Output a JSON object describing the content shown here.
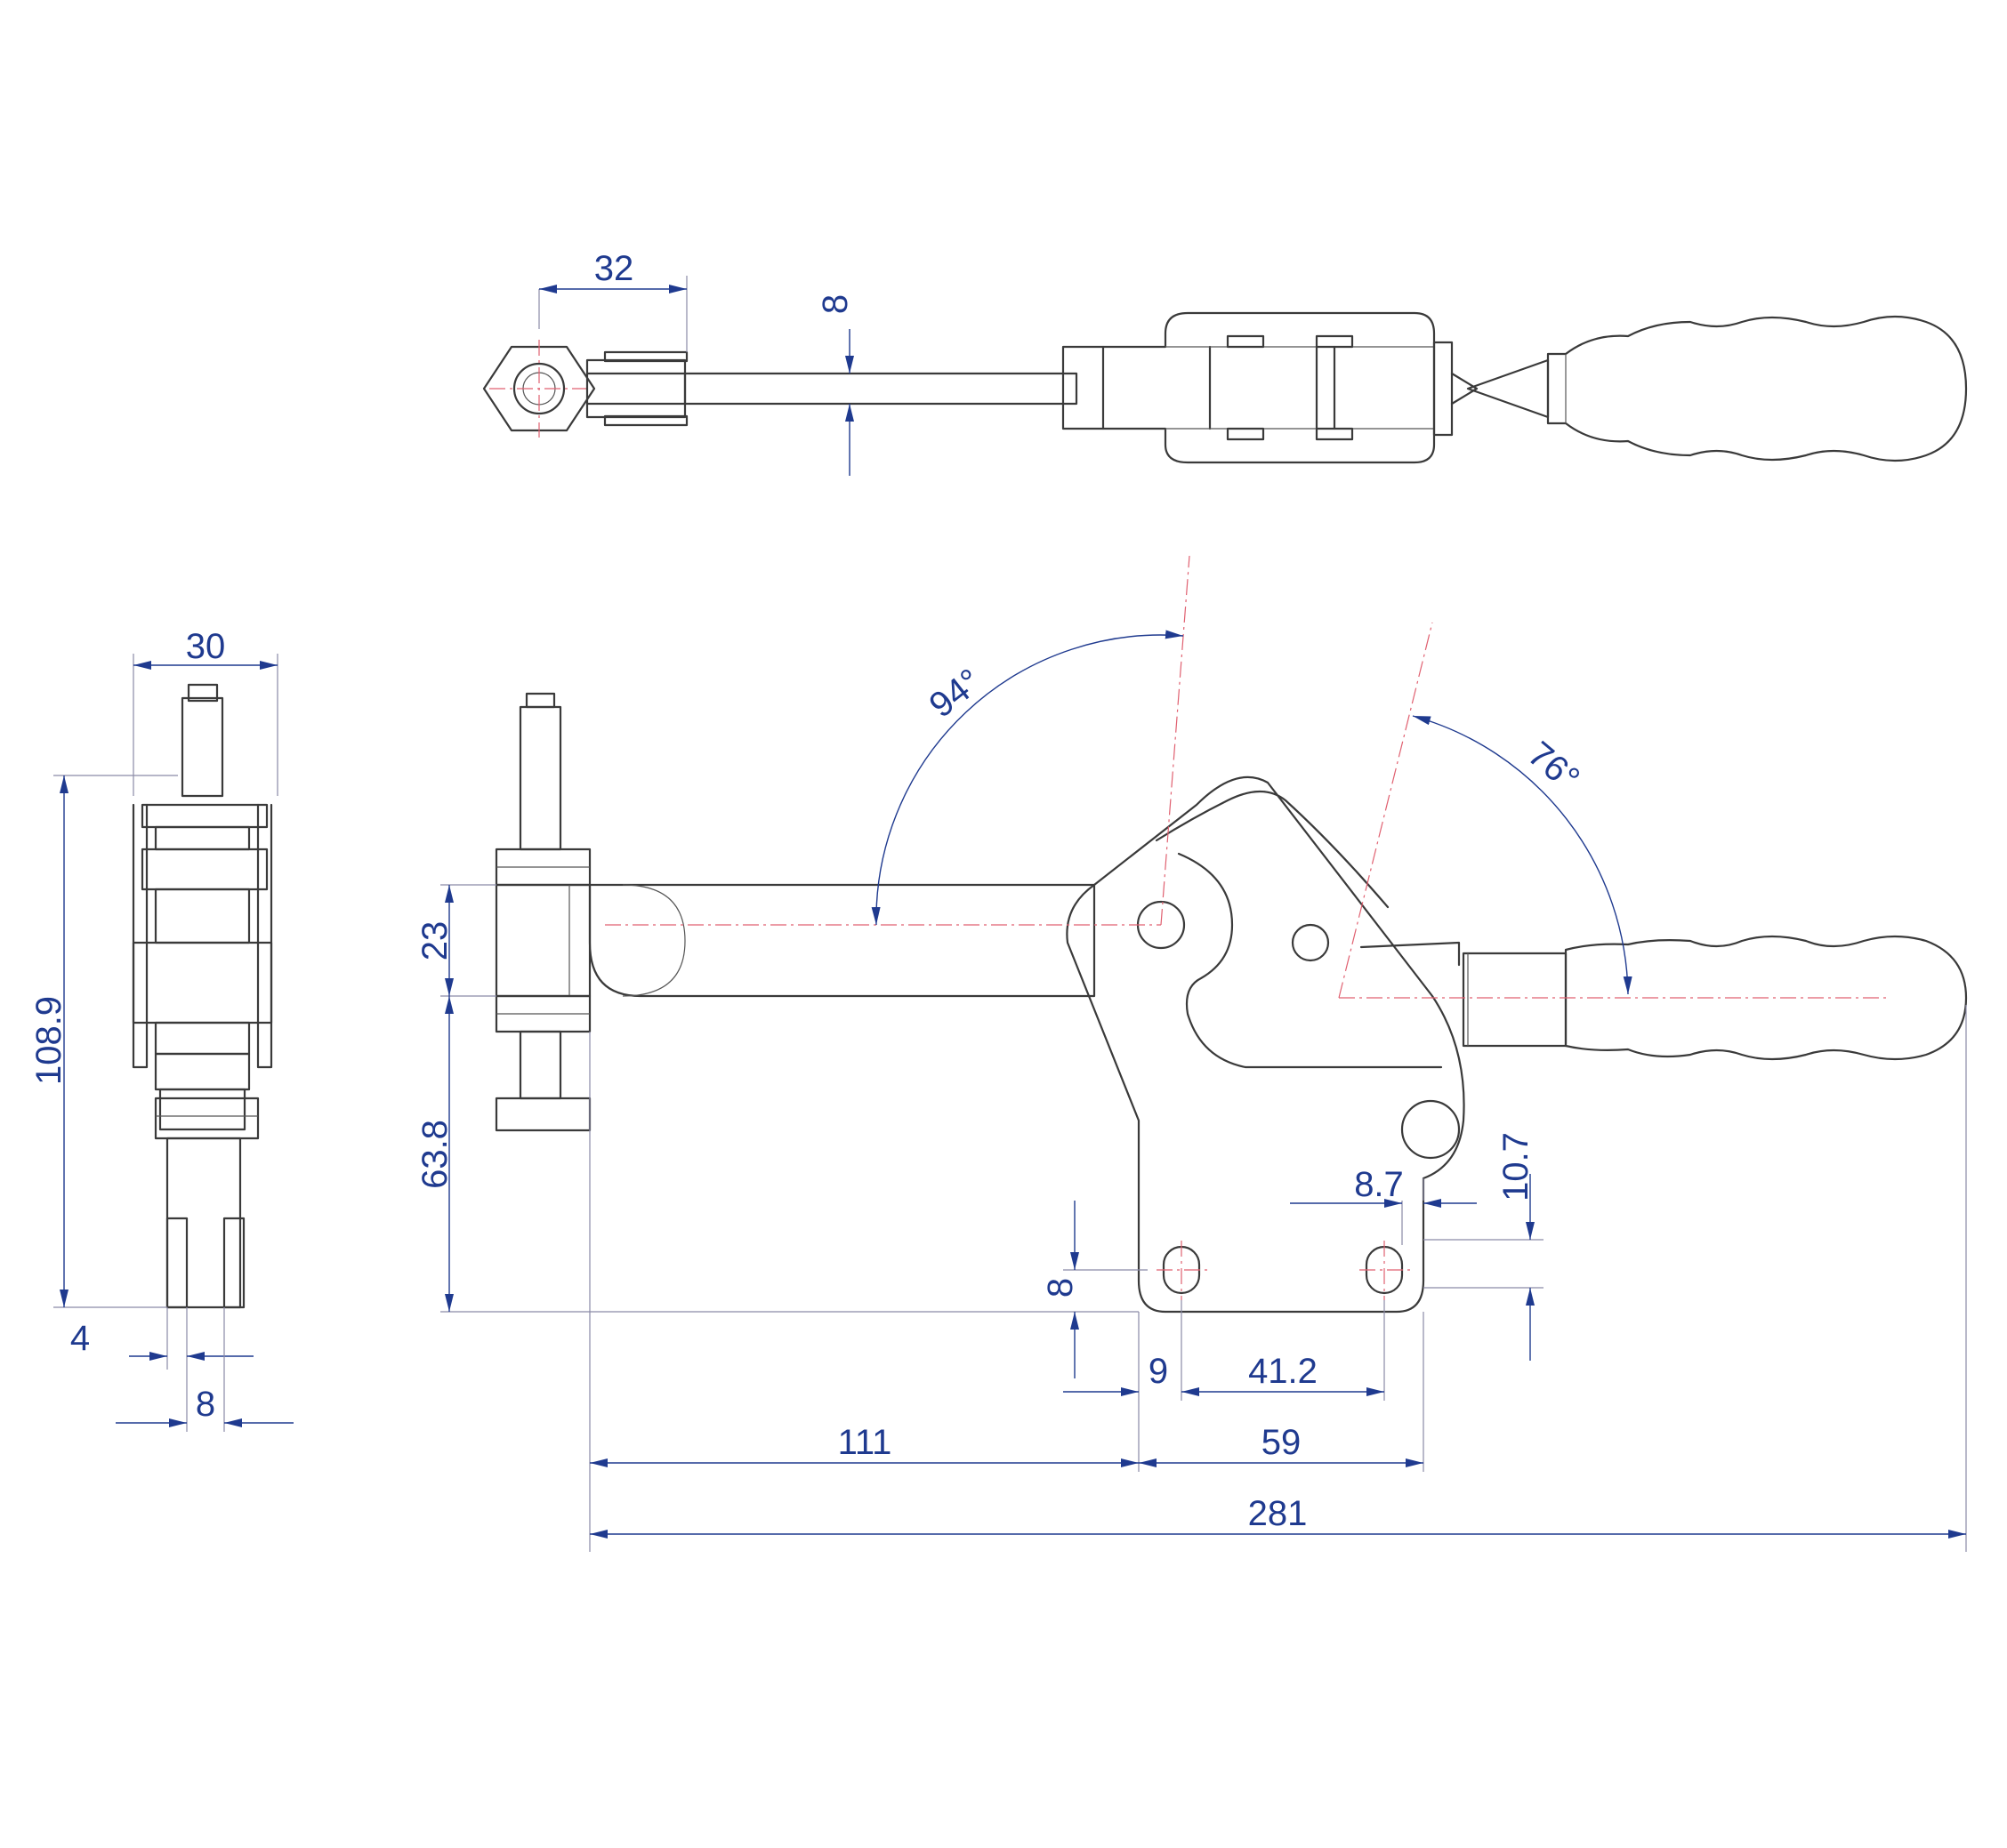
{
  "dimensions": {
    "top_width_32": "32",
    "top_thickness_8": "8",
    "side_width_30": "30",
    "side_height_108_9": "108.9",
    "side_offset_4": "4",
    "side_gap_8": "8",
    "spindle_23": "23",
    "height_63_8": "63.8",
    "open_angle_94": "94°",
    "handle_angle_76": "76°",
    "slot_8_7": "8.7",
    "slot_10_7": "10.7",
    "base_8": "8",
    "base_9": "9",
    "hole_spacing_41_2": "41.2",
    "reach_111": "111",
    "base_59": "59",
    "overall_281": "281"
  },
  "colors": {
    "dimension": "#1f3a8f",
    "outline": "#3a3a3a",
    "centerline": "#e06070",
    "extension": "#8a8aa6"
  }
}
